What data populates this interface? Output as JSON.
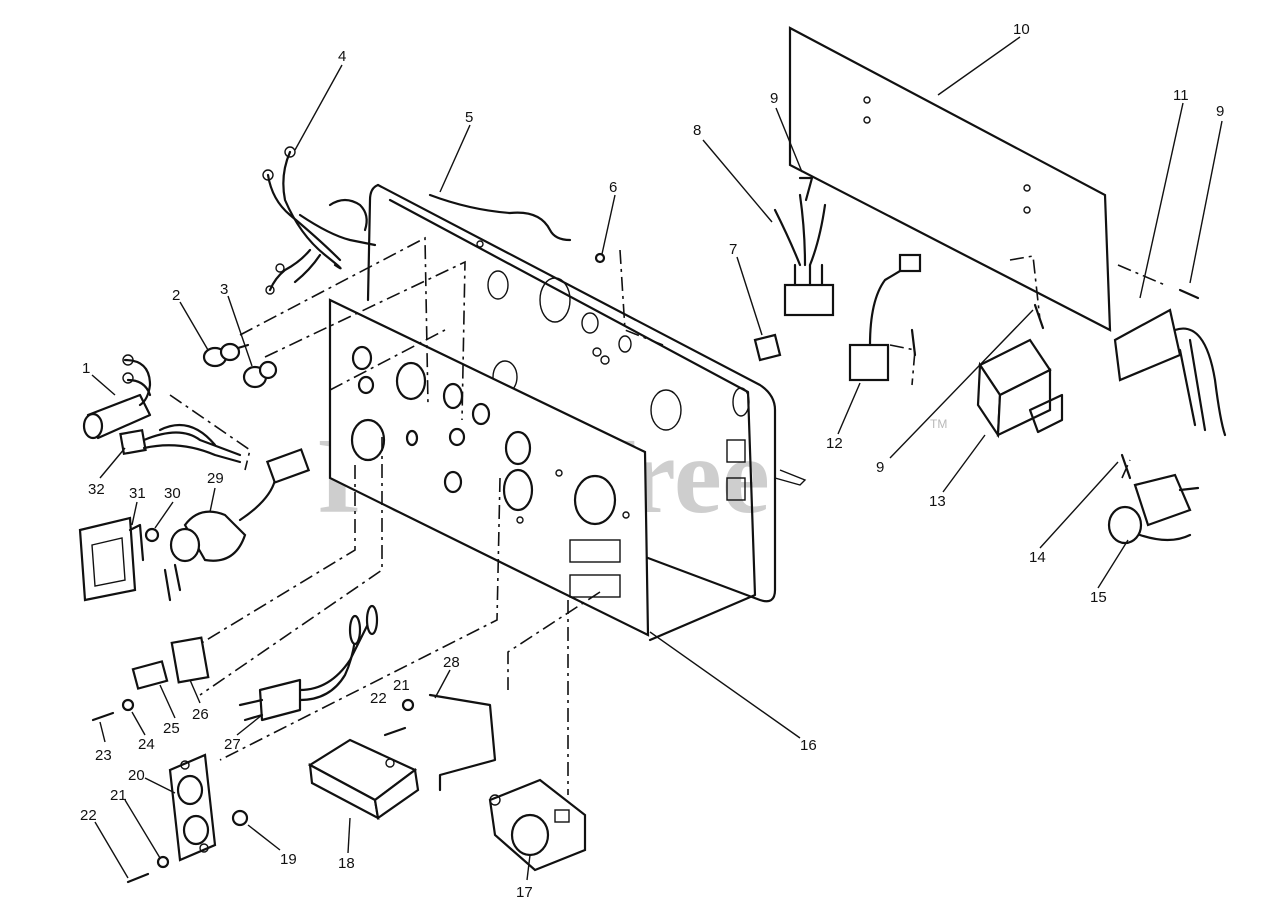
{
  "watermark": {
    "text": "PartsTree",
    "tm": "TM"
  },
  "callouts": [
    {
      "id": "c1",
      "text": "1"
    },
    {
      "id": "c2",
      "text": "2"
    },
    {
      "id": "c3",
      "text": "3"
    },
    {
      "id": "c4",
      "text": "4"
    },
    {
      "id": "c5",
      "text": "5"
    },
    {
      "id": "c6",
      "text": "6"
    },
    {
      "id": "c7",
      "text": "7"
    },
    {
      "id": "c8",
      "text": "8"
    },
    {
      "id": "c9a",
      "text": "9"
    },
    {
      "id": "c9b",
      "text": "9"
    },
    {
      "id": "c9c",
      "text": "9"
    },
    {
      "id": "c10",
      "text": "10"
    },
    {
      "id": "c11",
      "text": "11"
    },
    {
      "id": "c12",
      "text": "12"
    },
    {
      "id": "c13",
      "text": "13"
    },
    {
      "id": "c14",
      "text": "14"
    },
    {
      "id": "c15",
      "text": "15"
    },
    {
      "id": "c16",
      "text": "16"
    },
    {
      "id": "c17",
      "text": "17"
    },
    {
      "id": "c18",
      "text": "18"
    },
    {
      "id": "c19",
      "text": "19"
    },
    {
      "id": "c20",
      "text": "20"
    },
    {
      "id": "c21a",
      "text": "21"
    },
    {
      "id": "c21b",
      "text": "21"
    },
    {
      "id": "c22a",
      "text": "22"
    },
    {
      "id": "c22b",
      "text": "22"
    },
    {
      "id": "c23",
      "text": "23"
    },
    {
      "id": "c24",
      "text": "24"
    },
    {
      "id": "c25",
      "text": "25"
    },
    {
      "id": "c26",
      "text": "26"
    },
    {
      "id": "c27",
      "text": "27"
    },
    {
      "id": "c28",
      "text": "28"
    },
    {
      "id": "c29",
      "text": "29"
    },
    {
      "id": "c30",
      "text": "30"
    },
    {
      "id": "c31",
      "text": "31"
    },
    {
      "id": "c32",
      "text": "32"
    }
  ]
}
